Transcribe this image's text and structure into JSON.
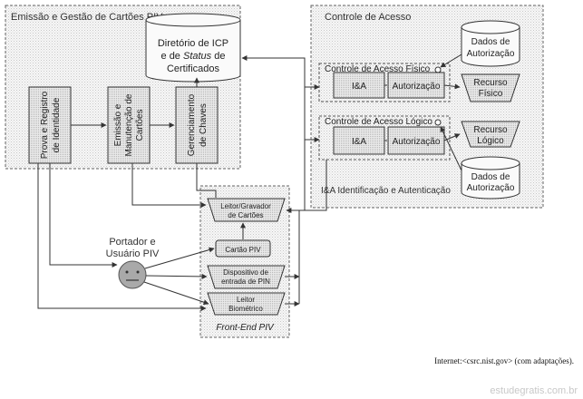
{
  "issuance": {
    "title": "Emissão e Gestão de Cartões PIV",
    "directory": {
      "line1": "Diretório de ICP",
      "line2_pre": "e de ",
      "line2_italic": "Status",
      "line2_post": " de",
      "line3": "Certificados"
    },
    "proofing": {
      "line1": "Prova e Registro",
      "line2": "de Identidade"
    },
    "maintenance": {
      "line1": "Emissão e",
      "line2": "Manutenção de",
      "line3": "Cartões"
    },
    "keys": {
      "line1": "Gerenciamento",
      "line2": "de Chaves"
    }
  },
  "access": {
    "title": "Controle de Acesso",
    "db_top": {
      "line1": "Dados de",
      "line2": "Autorização"
    },
    "db_bottom": {
      "line1": "Dados de",
      "line2": "Autorização"
    },
    "physical": {
      "title": "Controle de Acesso Físico",
      "ia": "I&A",
      "auth": "Autorização"
    },
    "logical": {
      "title": "Controle de Acesso Lógico",
      "ia": "I&A",
      "auth": "Autorização"
    },
    "resource_physical": {
      "line1": "Recurso",
      "line2": "Físico"
    },
    "resource_logical": {
      "line1": "Recurso",
      "line2": "Lógico"
    },
    "footer": "I&A Identificação e Autenticação"
  },
  "frontend": {
    "title": "Front-End PIV",
    "reader": {
      "line1": "Leitor/Gravador",
      "line2": "de Cartões"
    },
    "card": "Cartão PIV",
    "pin": {
      "line1": "Dispositivo de",
      "line2": "entrada de PIN"
    },
    "bio": {
      "line1": "Leitor",
      "line2": "Biométrico"
    }
  },
  "holder": {
    "line1": "Portador e",
    "line2": "Usuário PIV"
  },
  "source": "Internet:<csrc.nist.gov> (com adaptações).",
  "watermark": "estudegratis.com.br"
}
